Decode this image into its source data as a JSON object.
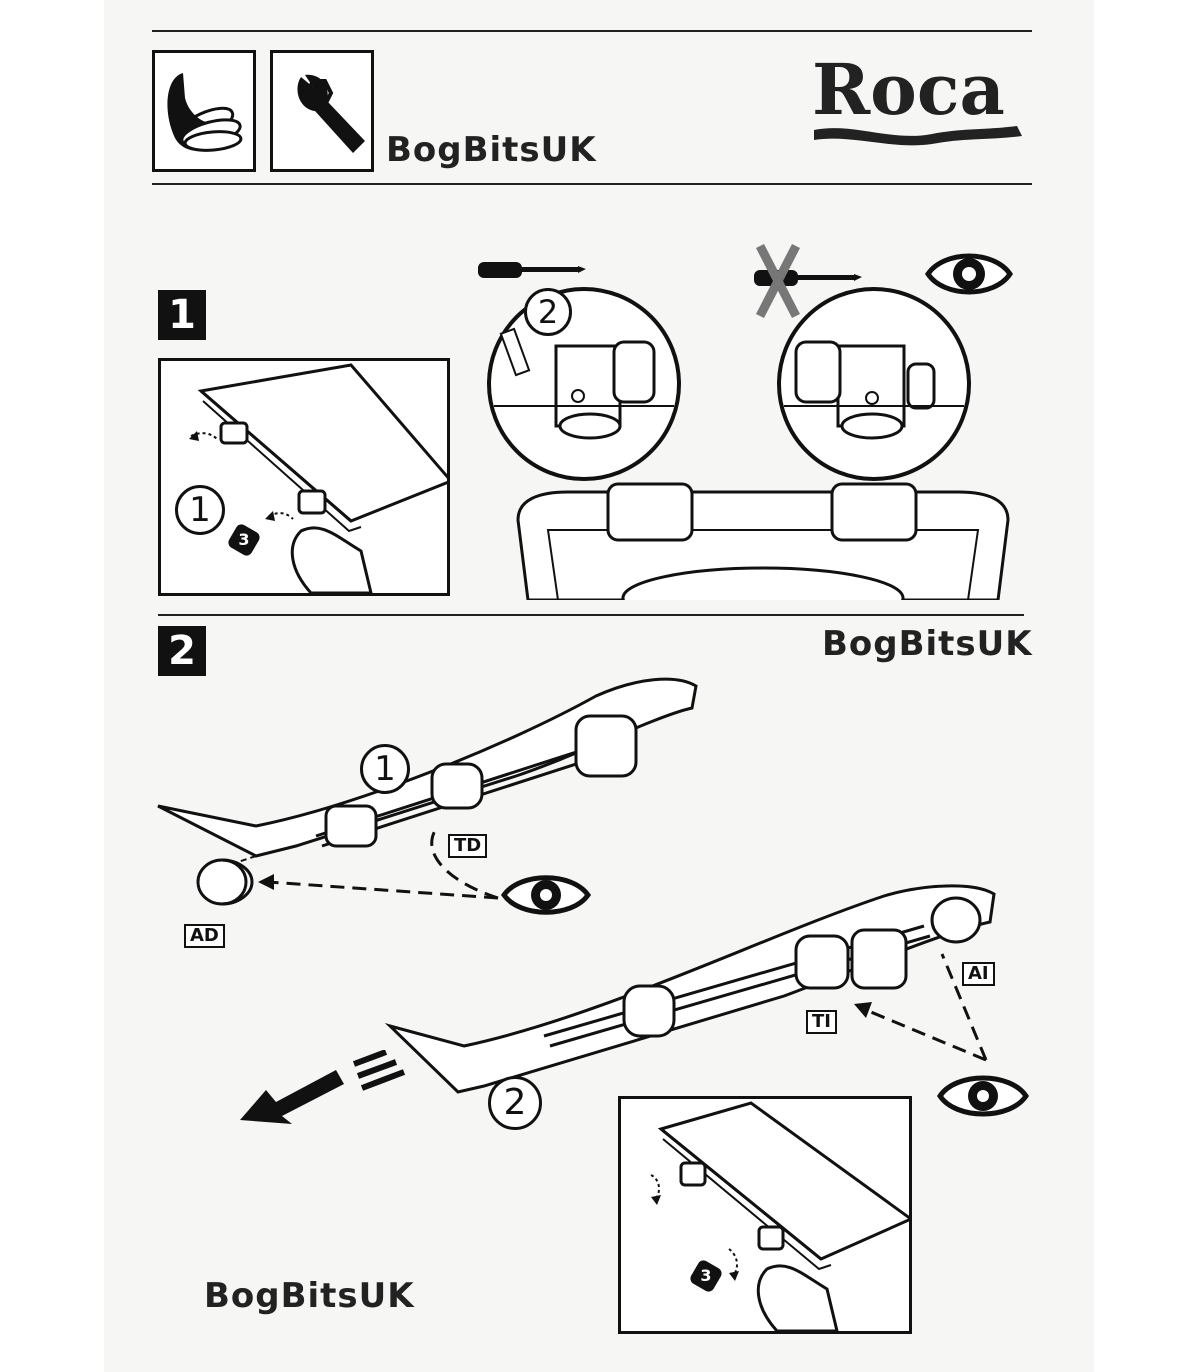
{
  "header": {
    "brand_name": "Roca",
    "watermark_text": "BogBitsUK",
    "icons": [
      "toilet-seat-icon",
      "wrench-nut-icon"
    ]
  },
  "steps": [
    {
      "badge": "1",
      "callouts": [
        "1",
        "2"
      ],
      "bolt_marker": "3"
    },
    {
      "badge": "2",
      "callouts": [
        "1",
        "2"
      ],
      "bolt_marker": "3",
      "part_labels": [
        "TD",
        "AD",
        "AI",
        "TI"
      ]
    }
  ],
  "colors": {
    "ink": "#111111",
    "paper": "#f6f6f4"
  }
}
